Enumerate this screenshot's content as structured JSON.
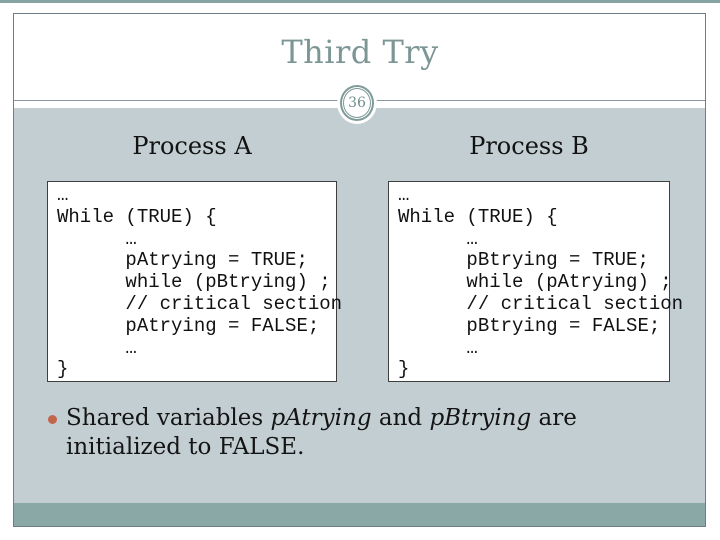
{
  "slide": {
    "title": "Third Try",
    "page_number": "36"
  },
  "colors": {
    "accent_teal": "#86a4a2",
    "bottom_band_teal": "#8aa8a6",
    "content_background": "#c3ced2",
    "frame_border": "#6e7e86",
    "title_text": "#7c9595",
    "badge_ring": "#7e9998",
    "bullet_dot": "#c2654b",
    "code_box_border": "#3f3f3f"
  },
  "process_a": {
    "heading": "Process A",
    "code_lines": [
      "…",
      "While (TRUE) {",
      "      …",
      "      pAtrying = TRUE;",
      "      while (pBtrying) ;",
      "      // critical section",
      "      pAtrying = FALSE;",
      "      …",
      "}"
    ]
  },
  "process_b": {
    "heading": "Process B",
    "code_lines": [
      "…",
      "While (TRUE) {",
      "      …",
      "      pBtrying = TRUE;",
      "      while (pAtrying) ;",
      "      // critical section",
      "      pBtrying = FALSE;",
      "      …",
      "}"
    ]
  },
  "bullet": {
    "lines": [
      [
        {
          "t": "Shared variables "
        },
        {
          "t": "pAtrying",
          "i": true
        },
        {
          "t": " and "
        },
        {
          "t": "pBtrying",
          "i": true
        },
        {
          "t": " are"
        }
      ],
      [
        {
          "t": "initialized to FALSE."
        }
      ]
    ]
  }
}
